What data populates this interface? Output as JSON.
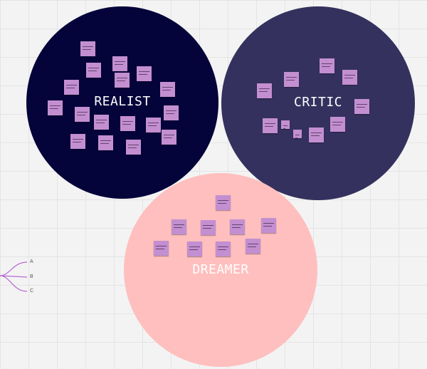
{
  "board": {
    "circles": {
      "realist": {
        "label": "REALIST",
        "color": "#04033a"
      },
      "critic": {
        "label": "CRITIC",
        "color": "#34315e"
      },
      "dreamer": {
        "label": "DREAMER",
        "color": "#febfbe"
      }
    },
    "sticky_note_color": "#c38fd0",
    "mind_map": {
      "line_color": "#b86ad0",
      "branches": [
        "A",
        "B",
        "C"
      ]
    }
  }
}
